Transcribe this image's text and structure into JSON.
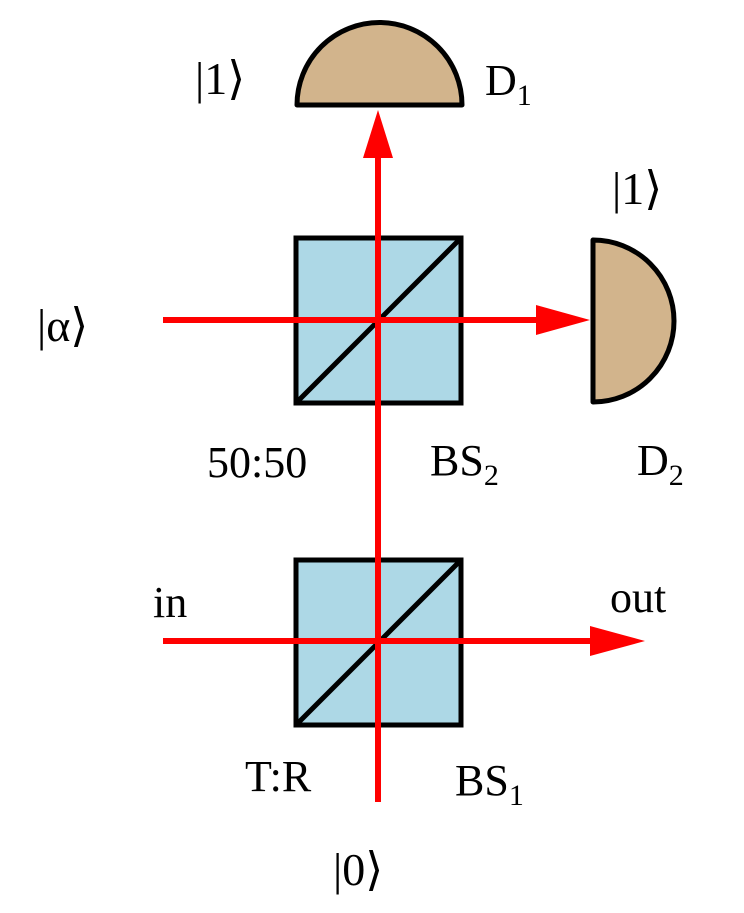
{
  "colors": {
    "beam": "#ff0000",
    "beamsplitter_fill": "#add8e6",
    "detector_fill": "#d2b48c",
    "outline": "#000000",
    "background": "#ffffff"
  },
  "labels": {
    "ket_d1": "|1⟩",
    "ket_d2": "|1⟩",
    "ket_alpha": "|α⟩",
    "ket_zero": "|0⟩",
    "d1_main": "D",
    "d1_sub": "1",
    "d2_main": "D",
    "d2_sub": "2",
    "bs2_main": "BS",
    "bs2_sub": "2",
    "bs1_main": "BS",
    "bs1_sub": "1",
    "bs2_ratio": "50:50",
    "bs1_ratio": "T:R",
    "in": "in",
    "out": "out"
  }
}
